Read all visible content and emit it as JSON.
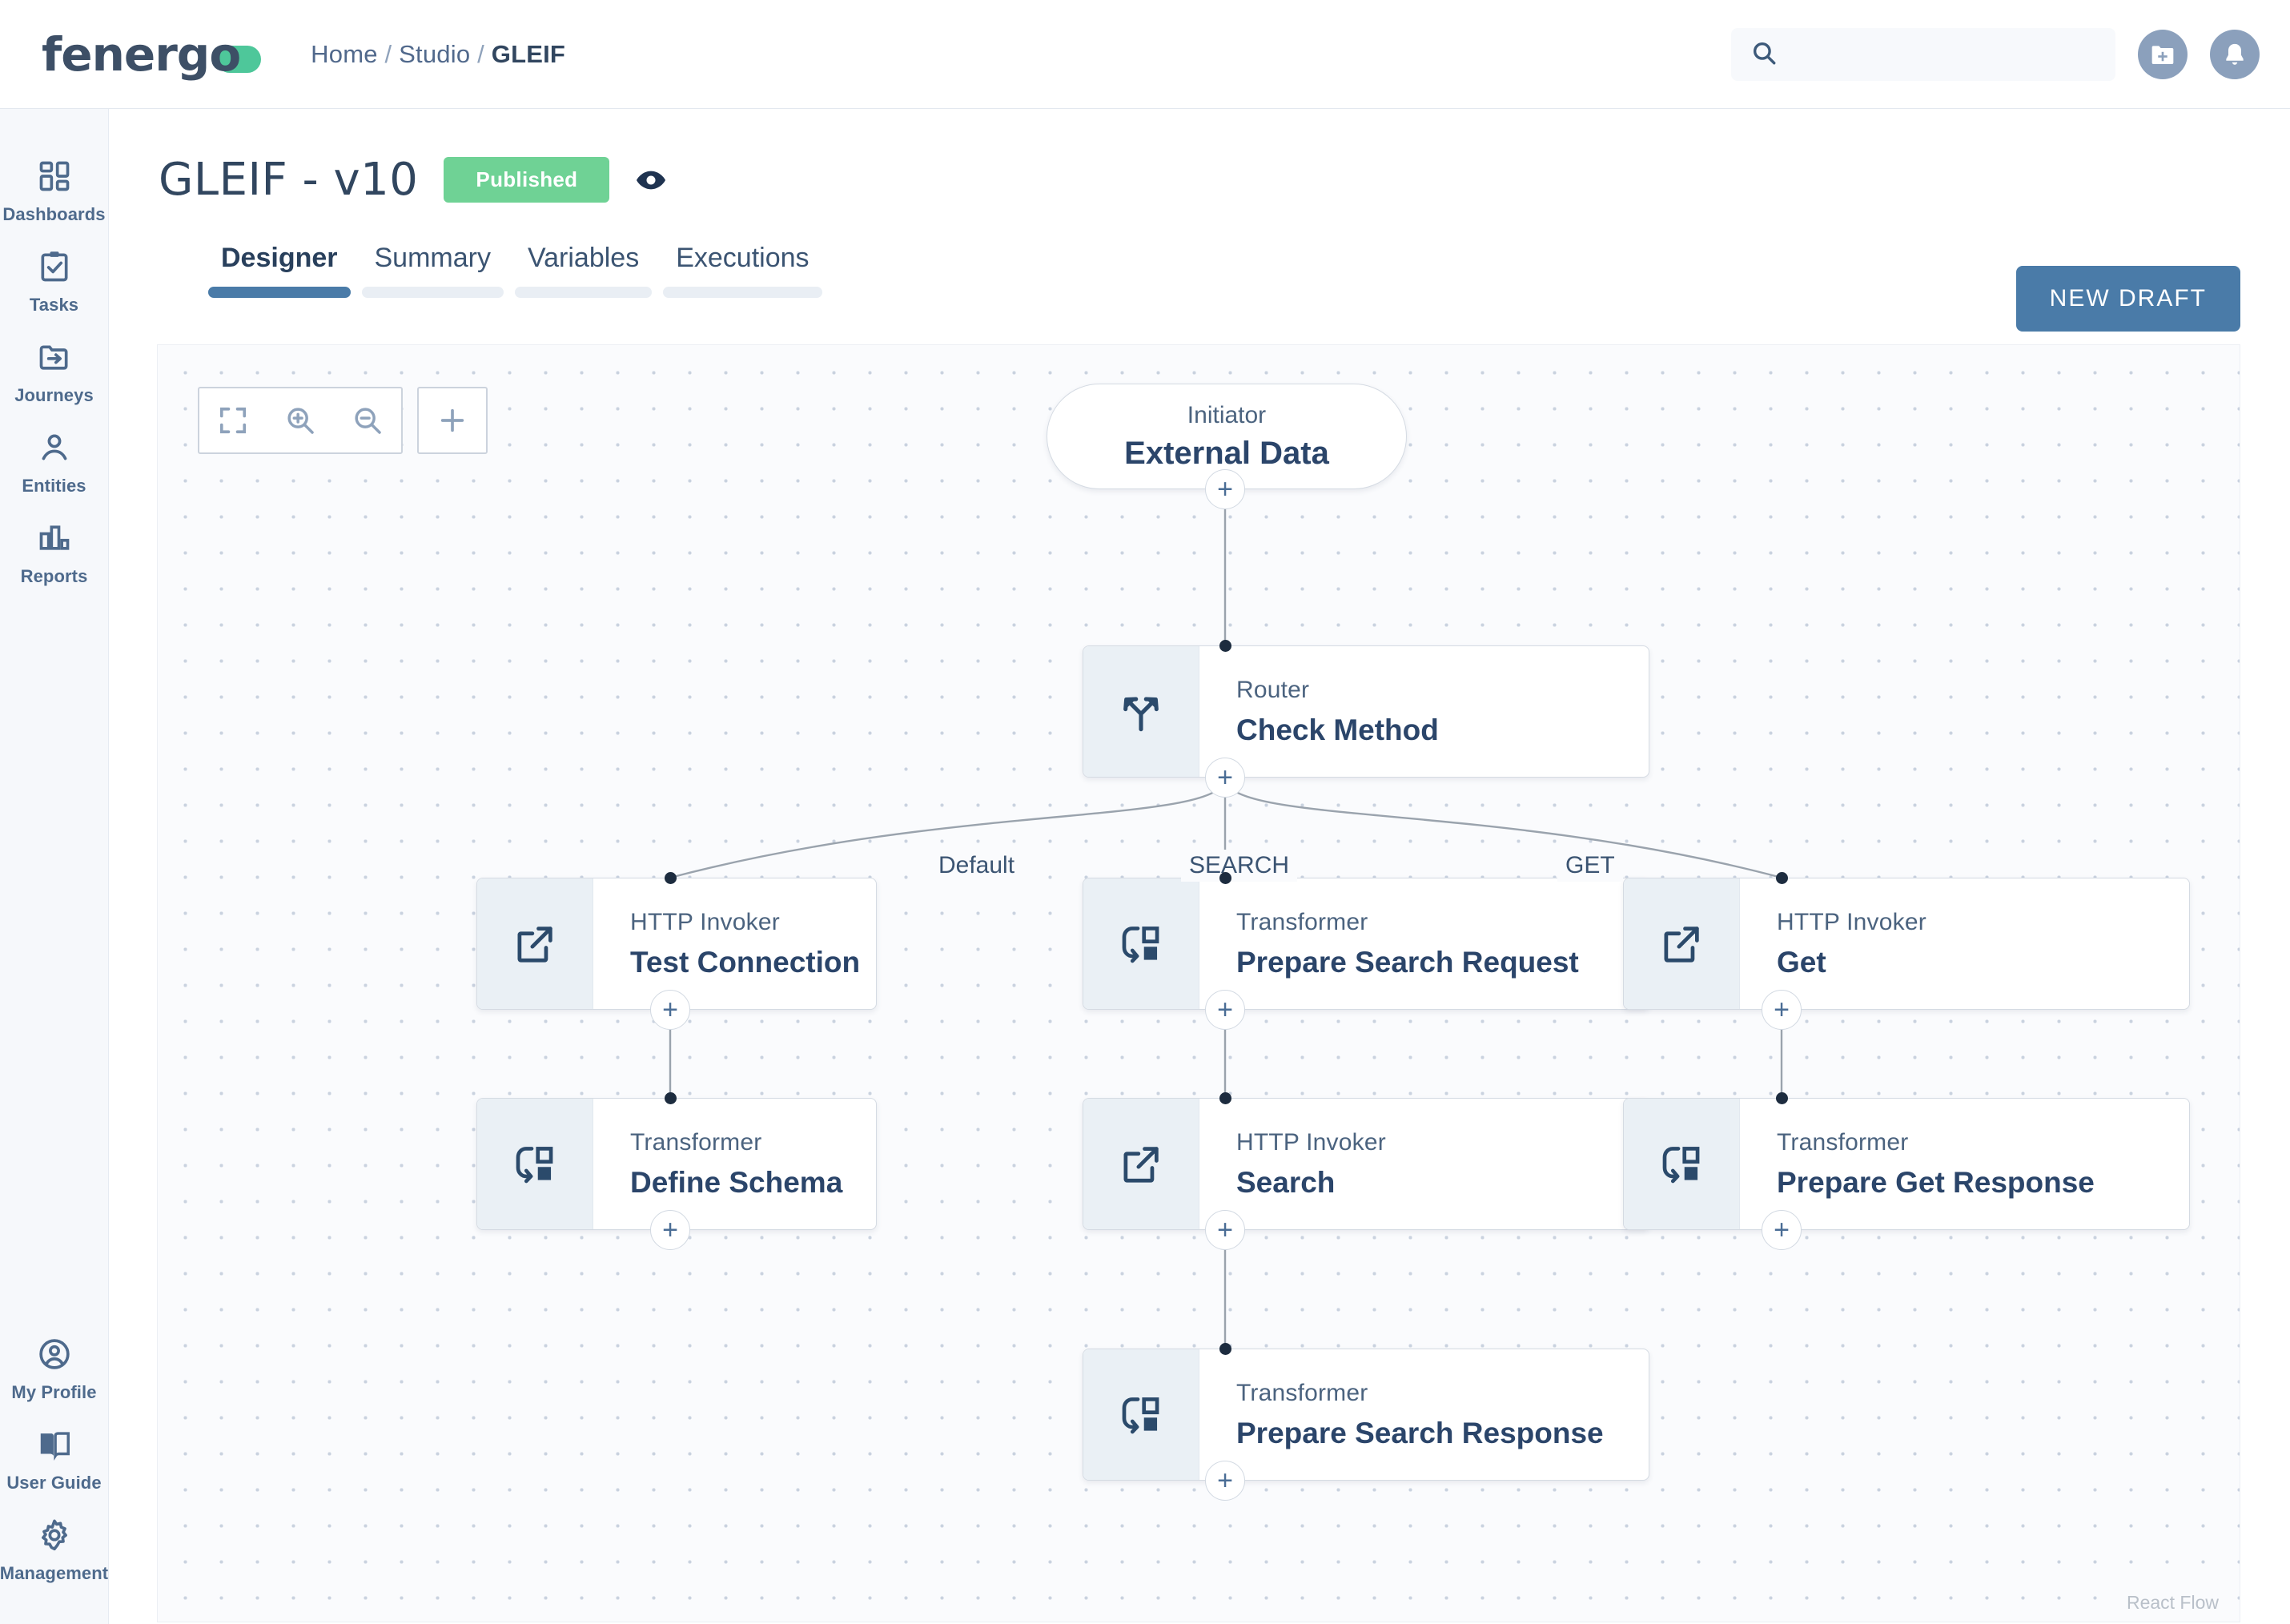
{
  "brand": {
    "name": "fenergo",
    "accent": "#4ec79a"
  },
  "breadcrumb": {
    "home": "Home",
    "studio": "Studio",
    "current": "GLEIF",
    "sep": "/"
  },
  "search": {
    "value": "",
    "placeholder": ""
  },
  "topbar_icons": {
    "search": "search-icon",
    "add_folder": "folder-plus-icon",
    "notifications": "bell-icon"
  },
  "sidebar": {
    "top_items": [
      {
        "label": "Dashboards",
        "icon": "dashboards-icon"
      },
      {
        "label": "Tasks",
        "icon": "tasks-clipboard-check-icon"
      },
      {
        "label": "Journeys",
        "icon": "journeys-folder-arrow-icon"
      },
      {
        "label": "Entities",
        "icon": "entities-person-icon"
      },
      {
        "label": "Reports",
        "icon": "reports-bar-chart-icon"
      }
    ],
    "bottom_items": [
      {
        "label": "My Profile",
        "icon": "profile-circle-icon"
      },
      {
        "label": "User Guide",
        "icon": "book-icon"
      },
      {
        "label": "Management",
        "icon": "gear-icon"
      }
    ]
  },
  "page": {
    "title": "GLEIF - v10",
    "status_badge": "Published",
    "status_color": "#6fd295",
    "preview_icon": "eye-icon",
    "new_draft_label": "NEW DRAFT",
    "new_draft_color": "#4a7ba8"
  },
  "tabs": [
    {
      "label": "Designer",
      "active": true
    },
    {
      "label": "Summary",
      "active": false
    },
    {
      "label": "Variables",
      "active": false
    },
    {
      "label": "Executions",
      "active": false
    }
  ],
  "canvas": {
    "attribution": "React Flow",
    "toolbar": [
      {
        "name": "fit-view-button",
        "icon": "fit-screen-icon"
      },
      {
        "name": "zoom-in-button",
        "icon": "magnifier-plus-icon"
      },
      {
        "name": "zoom-out-button",
        "icon": "magnifier-minus-icon"
      },
      {
        "name": "add-node-button",
        "icon": "plus-icon"
      }
    ],
    "nodes": [
      {
        "id": "initiator",
        "type": "Initiator",
        "name": "External Data",
        "icon": "none",
        "shape": "pill"
      },
      {
        "id": "router",
        "type": "Router",
        "name": "Check Method",
        "icon": "router-fork-icon",
        "shape": "card"
      },
      {
        "id": "test-connection",
        "type": "HTTP Invoker",
        "name": "Test Connection",
        "icon": "external-link-icon",
        "shape": "card"
      },
      {
        "id": "prepare-search-request",
        "type": "Transformer",
        "name": "Prepare Search Request",
        "icon": "transformer-icon",
        "shape": "card"
      },
      {
        "id": "get",
        "type": "HTTP Invoker",
        "name": "Get",
        "icon": "external-link-icon",
        "shape": "card"
      },
      {
        "id": "define-schema",
        "type": "Transformer",
        "name": "Define Schema",
        "icon": "transformer-icon",
        "shape": "card"
      },
      {
        "id": "search",
        "type": "HTTP Invoker",
        "name": "Search",
        "icon": "external-link-icon",
        "shape": "card"
      },
      {
        "id": "prepare-get-response",
        "type": "Transformer",
        "name": "Prepare Get Response",
        "icon": "transformer-icon",
        "shape": "card"
      },
      {
        "id": "prepare-search-response",
        "type": "Transformer",
        "name": "Prepare Search Response",
        "icon": "transformer-icon",
        "shape": "card"
      }
    ],
    "edge_labels": [
      {
        "id": "edge-default",
        "label": "Default"
      },
      {
        "id": "edge-search",
        "label": "SEARCH"
      },
      {
        "id": "edge-get",
        "label": "GET"
      }
    ],
    "add_handle_symbol": "+"
  }
}
